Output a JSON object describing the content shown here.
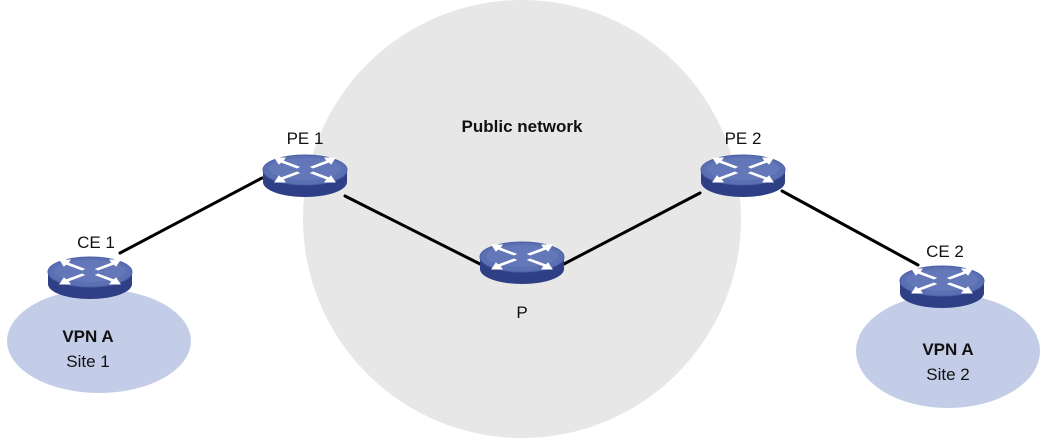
{
  "diagram": {
    "public_network_label": "Public network",
    "colors": {
      "cloud": "#e8e7e7",
      "site_area": "#c4cde8",
      "link": "#000000",
      "router_top": "#5b6fb3",
      "router_side": "#2f3f86",
      "router_arrows": "#ffffff"
    },
    "devices": {
      "pe1": {
        "label": "PE 1",
        "icon": "router-icon"
      },
      "pe2": {
        "label": "PE 2",
        "icon": "router-icon"
      },
      "p": {
        "label": "P",
        "icon": "router-icon"
      },
      "ce1": {
        "label": "CE 1",
        "icon": "router-icon"
      },
      "ce2": {
        "label": "CE 2",
        "icon": "router-icon"
      }
    },
    "sites": {
      "site1": {
        "vpn": "VPN A",
        "name": "Site 1"
      },
      "site2": {
        "vpn": "VPN A",
        "name": "Site 2"
      }
    },
    "links": [
      {
        "from": "ce1",
        "to": "pe1"
      },
      {
        "from": "pe1",
        "to": "p"
      },
      {
        "from": "p",
        "to": "pe2"
      },
      {
        "from": "pe2",
        "to": "ce2"
      }
    ]
  }
}
